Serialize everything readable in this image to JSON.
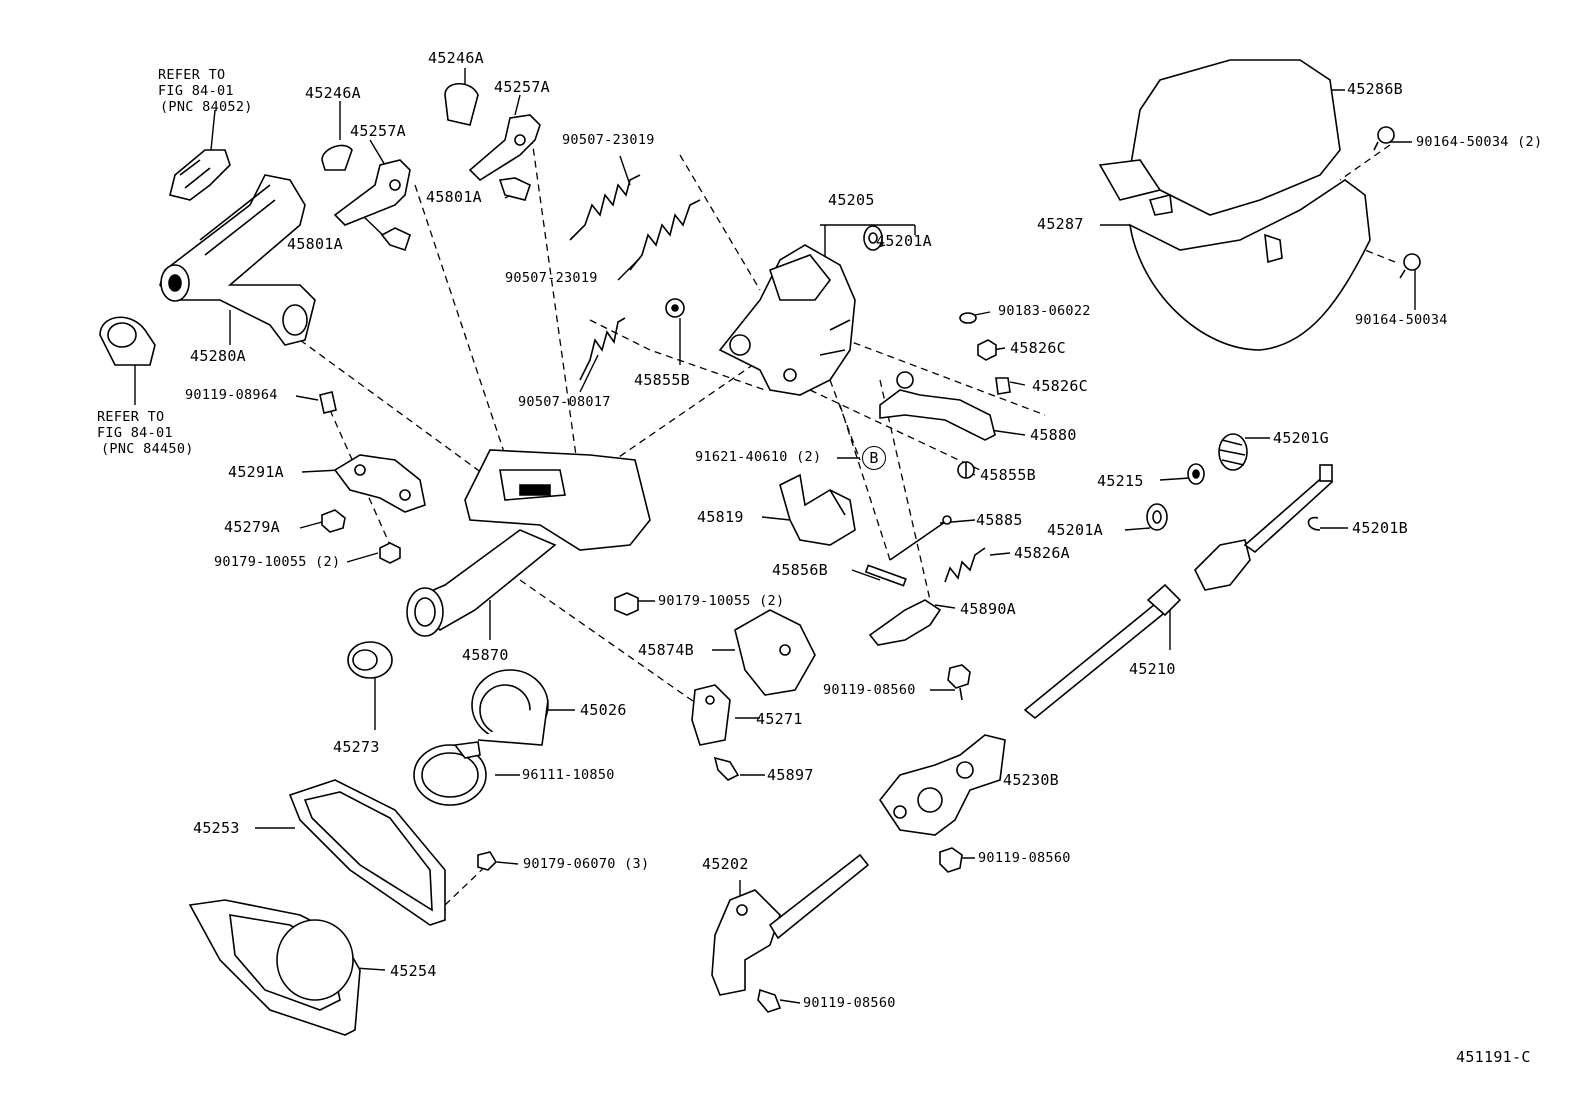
{
  "diagram": {
    "figure_code": "451191-C",
    "callouts": [
      {
        "id": "ref1",
        "text": "REFER TO"
      },
      {
        "id": "ref1b",
        "text": "FIG 84-01"
      },
      {
        "id": "ref1c",
        "text": "(PNC 84052)"
      },
      {
        "id": "ref2",
        "text": "REFER TO"
      },
      {
        "id": "ref2b",
        "text": "FIG 84-01"
      },
      {
        "id": "ref2c",
        "text": "(PNC 84450)"
      },
      {
        "id": "p45246a_1",
        "text": "45246A"
      },
      {
        "id": "p45257a_1",
        "text": "45257A"
      },
      {
        "id": "p45801a_1",
        "text": "45801A"
      },
      {
        "id": "p45246a_2",
        "text": "45246A"
      },
      {
        "id": "p45257a_2",
        "text": "45257A"
      },
      {
        "id": "p45801a_2",
        "text": "45801A"
      },
      {
        "id": "p90507_23019_1",
        "text": "90507-23019"
      },
      {
        "id": "p90507_23019_2",
        "text": "90507-23019"
      },
      {
        "id": "p90507_08017",
        "text": "90507-08017"
      },
      {
        "id": "p45855b_1",
        "text": "45855B"
      },
      {
        "id": "p45280a",
        "text": "45280A"
      },
      {
        "id": "p90119_08964",
        "text": "90119-08964"
      },
      {
        "id": "p45291a",
        "text": "45291A"
      },
      {
        "id": "p45279a",
        "text": "45279A"
      },
      {
        "id": "p90179_10055_1",
        "text": "90179-10055 (2)"
      },
      {
        "id": "p45205",
        "text": "45205"
      },
      {
        "id": "p45201a_1",
        "text": "45201A"
      },
      {
        "id": "p90183_06022",
        "text": "90183-06022"
      },
      {
        "id": "p45826c_1",
        "text": "45826C"
      },
      {
        "id": "p45826c_2",
        "text": "45826C"
      },
      {
        "id": "p45880",
        "text": "45880"
      },
      {
        "id": "p91621_40610",
        "text": "91621-40610 (2)"
      },
      {
        "id": "marker_b",
        "text": "B"
      },
      {
        "id": "p45855b_2",
        "text": "45855B"
      },
      {
        "id": "p45819",
        "text": "45819"
      },
      {
        "id": "p45885",
        "text": "45885"
      },
      {
        "id": "p45826a",
        "text": "45826A"
      },
      {
        "id": "p45856b",
        "text": "45856B"
      },
      {
        "id": "p45890a",
        "text": "45890A"
      },
      {
        "id": "p90179_10055_2",
        "text": "90179-10055 (2)"
      },
      {
        "id": "p45870",
        "text": "45870"
      },
      {
        "id": "p45874b",
        "text": "45874B"
      },
      {
        "id": "p45271",
        "text": "45271"
      },
      {
        "id": "p45273",
        "text": "45273"
      },
      {
        "id": "p45026",
        "text": "45026"
      },
      {
        "id": "p96111_10850",
        "text": "96111-10850"
      },
      {
        "id": "p45897",
        "text": "45897"
      },
      {
        "id": "p90119_08560_1",
        "text": "90119-08560"
      },
      {
        "id": "p45253",
        "text": "45253"
      },
      {
        "id": "p90179_06070",
        "text": "90179-06070 (3)"
      },
      {
        "id": "p45254",
        "text": "45254"
      },
      {
        "id": "p45202",
        "text": "45202"
      },
      {
        "id": "p90119_08560_2",
        "text": "90119-08560"
      },
      {
        "id": "p90119_08560_3",
        "text": "90119-08560"
      },
      {
        "id": "p45230b",
        "text": "45230B"
      },
      {
        "id": "p45210",
        "text": "45210"
      },
      {
        "id": "p45286b",
        "text": "45286B"
      },
      {
        "id": "p90164_50034_1",
        "text": "90164-50034 (2)"
      },
      {
        "id": "p45287",
        "text": "45287"
      },
      {
        "id": "p90164_50034_2",
        "text": "90164-50034"
      },
      {
        "id": "p45201g",
        "text": "45201G"
      },
      {
        "id": "p45215",
        "text": "45215"
      },
      {
        "id": "p45201a_2",
        "text": "45201A"
      },
      {
        "id": "p45201b",
        "text": "45201B"
      }
    ]
  }
}
